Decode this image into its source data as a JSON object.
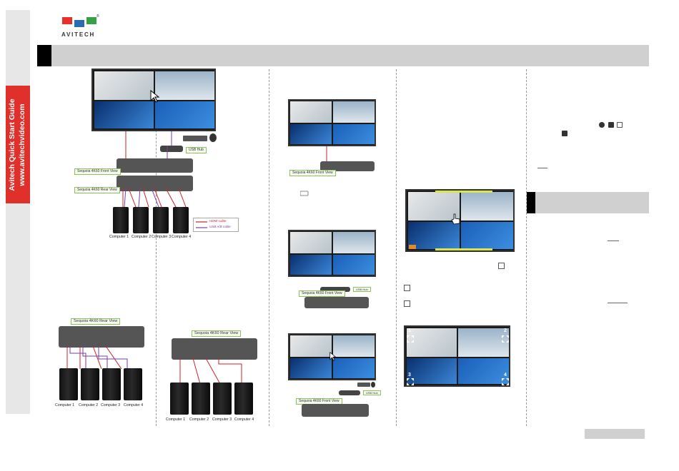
{
  "logo": {
    "text": "AVITECH",
    "mark": "®",
    "colors": [
      "#e5302b",
      "#2b6cb0",
      "#36a047"
    ]
  },
  "sidebar": {
    "line1": "Avitech Quick Start Guide",
    "line2": "www.avitechvideo.com"
  },
  "diagrams": {
    "top": {
      "front_view": "Sequoia 4K60 Front View",
      "rear_view": "Sequoia 4K60 Rear View",
      "usb_hub": "USB Hub",
      "legend_hdmi": "HDMI cable",
      "legend_usb": "USB A/B cable",
      "computers": [
        "Computer 1",
        "Computer 2",
        "Computer 3",
        "Computer 4"
      ]
    },
    "left_bottom": {
      "rear_view": "Sequoia 4K60 Rear View",
      "computers": [
        "Computer 1",
        "Computer 2",
        "Computer 3",
        "Computer 4"
      ]
    },
    "middle_bottom": {
      "rear_view": "Sequoia 4K60 Rear View",
      "computers": [
        "Computer 1",
        "Computer 2",
        "Computer 3",
        "Computer 4"
      ]
    },
    "col3": {
      "front_view_1": "Sequoia 4K60 Front View",
      "front_view_2": "Sequoia 4K60 Front View",
      "front_view_3": "Sequoia 4K60 Front View",
      "usb_hub_2": "USB Hub",
      "usb_hub_3": "USB Hub"
    },
    "col4": {
      "quad_numbers": [
        "1",
        "2",
        "3",
        "4"
      ]
    }
  },
  "colors": {
    "brand_red": "#e0302b",
    "header_gray": "#d0d0d0",
    "label_green": "#8fbf5a",
    "hdmi_red": "#d0202a",
    "usb_purple": "#7a3fa0"
  }
}
